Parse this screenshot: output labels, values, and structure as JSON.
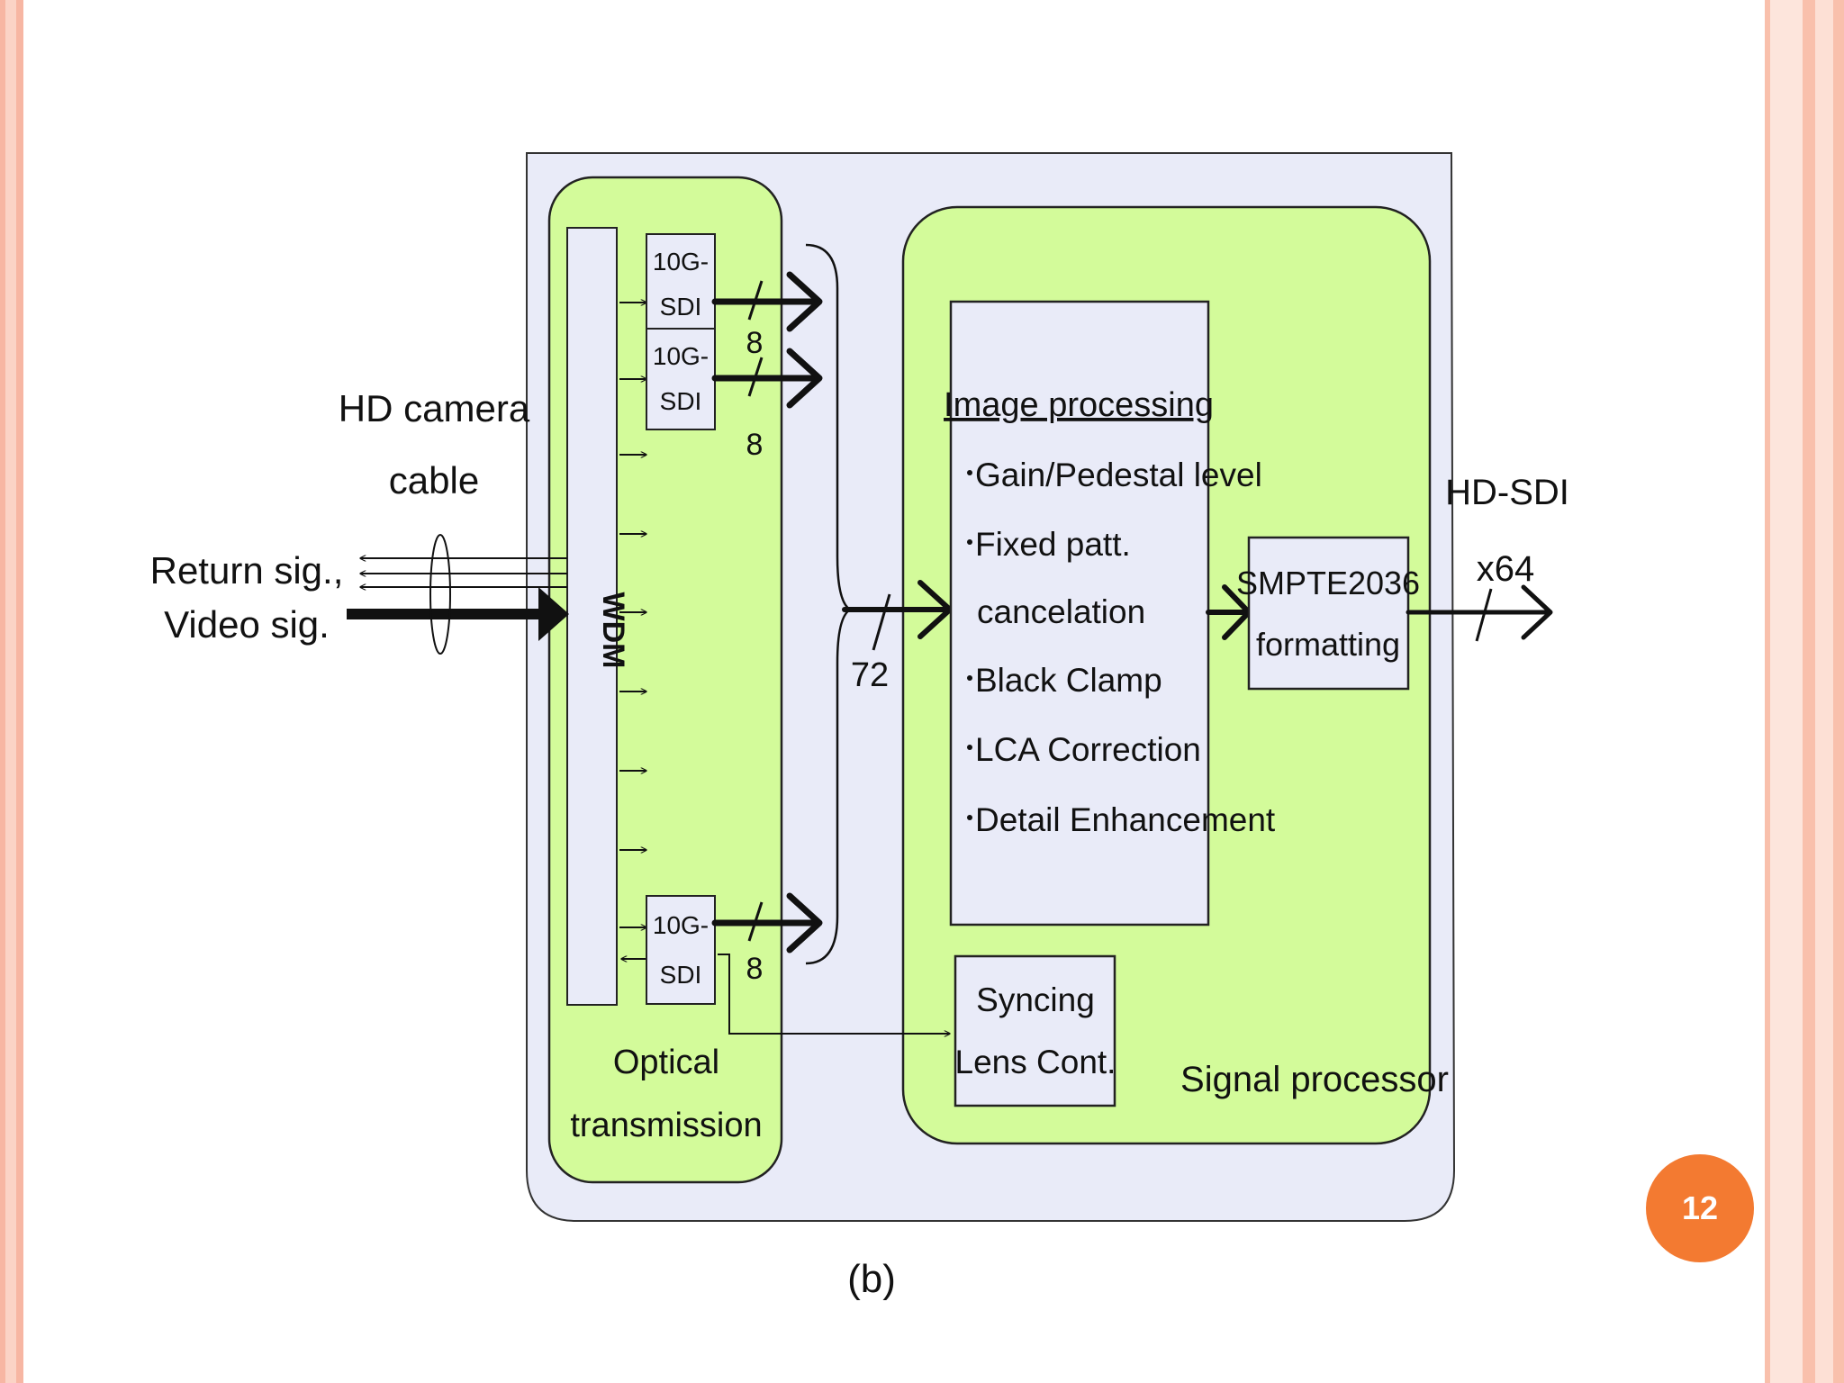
{
  "diagram": {
    "left_labels": {
      "cable_line1": "HD camera",
      "cable_line2": "cable",
      "signals_line1": "Return sig.,",
      "signals_line2": "Video sig."
    },
    "optical_transmission": {
      "line1": "Optical",
      "line2": "transmission",
      "wdm": "WDM",
      "sdi_modules": [
        {
          "line1": "10G-",
          "line2": "SDI"
        },
        {
          "line1": "10G-",
          "line2": "SDI"
        },
        {
          "line1": "10G-",
          "line2": "SDI"
        }
      ],
      "bus_labels": [
        "8",
        "8",
        "8"
      ]
    },
    "bus_total": "72",
    "image_processing": {
      "title": "Image processing",
      "items": [
        "Gain/Pedestal level",
        "Fixed patt.",
        "cancelation",
        "Black Clamp",
        "LCA Correction",
        "Detail Enhancement"
      ]
    },
    "syncing": {
      "line1": "Syncing",
      "line2": "Lens Cont."
    },
    "smpte": {
      "line1": "SMPTE2036",
      "line2": "formatting"
    },
    "signal_processor": "Signal processor",
    "output": {
      "line1": "HD-SDI",
      "line2": "x64"
    },
    "caption": "(b)"
  },
  "slide": {
    "page_number": "12"
  },
  "colors": {
    "panel": "#e9ebf8",
    "block_green": "#d3fb9a",
    "badge": "#f37a31",
    "border": "#f7b6a3"
  }
}
